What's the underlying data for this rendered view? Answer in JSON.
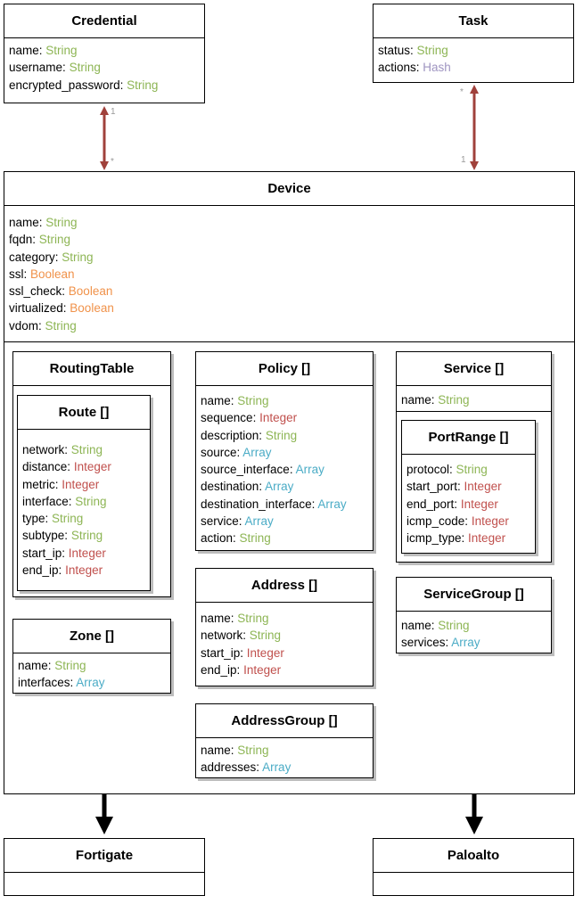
{
  "classes": {
    "credential": {
      "name": "Credential",
      "attributes": [
        {
          "name": "name",
          "type": "String"
        },
        {
          "name": "username",
          "type": "String"
        },
        {
          "name": "encrypted_password",
          "type": "String"
        }
      ]
    },
    "task": {
      "name": "Task",
      "attributes": [
        {
          "name": "status",
          "type": "String"
        },
        {
          "name": "actions",
          "type": "Hash"
        }
      ]
    },
    "device": {
      "name": "Device",
      "attributes": [
        {
          "name": "name",
          "type": "String"
        },
        {
          "name": "fqdn",
          "type": "String"
        },
        {
          "name": "category",
          "type": "String"
        },
        {
          "name": "ssl",
          "type": "Boolean"
        },
        {
          "name": "ssl_check",
          "type": "Boolean"
        },
        {
          "name": "virtualized",
          "type": "Boolean"
        },
        {
          "name": "vdom",
          "type": "String"
        }
      ]
    },
    "routing_table": {
      "name": "RoutingTable",
      "attributes": []
    },
    "route": {
      "name": "Route []",
      "attributes": [
        {
          "name": "network",
          "type": "String"
        },
        {
          "name": "distance",
          "type": "Integer"
        },
        {
          "name": "metric",
          "type": "Integer"
        },
        {
          "name": "interface",
          "type": "String"
        },
        {
          "name": "type",
          "type": "String"
        },
        {
          "name": "subtype",
          "type": "String"
        },
        {
          "name": "start_ip",
          "type": "Integer"
        },
        {
          "name": "end_ip",
          "type": "Integer"
        }
      ]
    },
    "zone": {
      "name": "Zone []",
      "attributes": [
        {
          "name": "name",
          "type": "String"
        },
        {
          "name": "interfaces",
          "type": "Array"
        }
      ]
    },
    "policy": {
      "name": "Policy []",
      "attributes": [
        {
          "name": "name",
          "type": "String"
        },
        {
          "name": "sequence",
          "type": "Integer"
        },
        {
          "name": "description",
          "type": "String"
        },
        {
          "name": "source",
          "type": "Array"
        },
        {
          "name": "source_interface",
          "type": "Array"
        },
        {
          "name": "destination",
          "type": "Array"
        },
        {
          "name": "destination_interface",
          "type": "Array"
        },
        {
          "name": "service",
          "type": "Array"
        },
        {
          "name": "action",
          "type": "String"
        }
      ]
    },
    "address": {
      "name": "Address []",
      "attributes": [
        {
          "name": "name",
          "type": "String"
        },
        {
          "name": "network",
          "type": "String"
        },
        {
          "name": "start_ip",
          "type": "Integer"
        },
        {
          "name": "end_ip",
          "type": "Integer"
        }
      ]
    },
    "address_group": {
      "name": "AddressGroup []",
      "attributes": [
        {
          "name": "name",
          "type": "String"
        },
        {
          "name": "addresses",
          "type": "Array"
        }
      ]
    },
    "service": {
      "name": "Service []",
      "attributes": [
        {
          "name": "name",
          "type": "String"
        }
      ]
    },
    "port_range": {
      "name": "PortRange []",
      "attributes": [
        {
          "name": "protocol",
          "type": "String"
        },
        {
          "name": "start_port",
          "type": "Integer"
        },
        {
          "name": "end_port",
          "type": "Integer"
        },
        {
          "name": "icmp_code",
          "type": "Integer"
        },
        {
          "name": "icmp_type",
          "type": "Integer"
        }
      ]
    },
    "service_group": {
      "name": "ServiceGroup []",
      "attributes": [
        {
          "name": "name",
          "type": "String"
        },
        {
          "name": "services",
          "type": "Array"
        }
      ]
    },
    "fortigate": {
      "name": "Fortigate",
      "attributes": []
    },
    "paloalto": {
      "name": "Paloalto",
      "attributes": []
    }
  },
  "multiplicities": {
    "credential_end": "1",
    "credential_device_end": "*",
    "task_end": "*",
    "task_device_end": "1"
  },
  "colors": {
    "association": "#a0413b",
    "inheritance": "#000000",
    "String": "#8db554",
    "Integer": "#c0504d",
    "Array": "#4bacc6",
    "Boolean": "#f0924a",
    "Hash": "#9f95c1"
  }
}
